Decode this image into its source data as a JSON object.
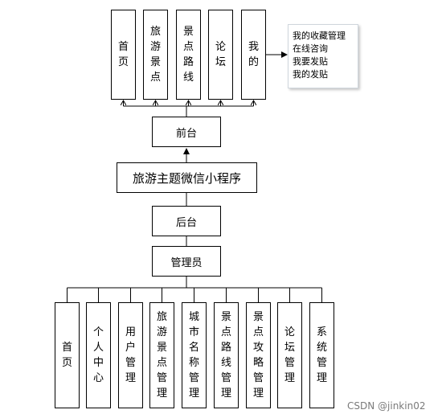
{
  "diagram": {
    "front_modules": [
      "首页",
      "旅游景点",
      "景点路线",
      "论坛",
      "我的"
    ],
    "my_submenu": [
      "我的收藏管理",
      "在线咨询",
      "我要发贴",
      "我的发贴"
    ],
    "front_node": "前台",
    "center_node": "旅游主题微信小程序",
    "back_node": "后台",
    "admin_node": "管理员",
    "admin_modules": [
      "首页",
      "个人中心",
      "用户管理",
      "旅游景点管理",
      "城市名称管理",
      "景点路线管理",
      "景点攻略管理",
      "论坛管理",
      "系统管理"
    ]
  },
  "watermark": "CSDN @jinkin02"
}
